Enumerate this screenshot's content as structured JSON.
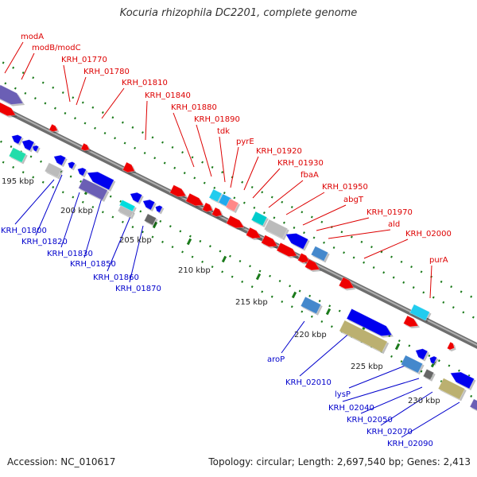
{
  "title": "Kocuria rhizophila DC2201, complete genome",
  "footer": {
    "accession": "Accession: NC_010617",
    "summary": "Topology: circular; Length: 2,697,540 bp; Genes: 2,413"
  },
  "colors": {
    "forward_label": "#dd0000",
    "reverse_label": "#0000cc",
    "backbone": "#888888",
    "tick": "#1a7a1a"
  },
  "scale_labels": [
    "195 kbp",
    "200 kbp",
    "205 kbp",
    "210 kbp",
    "215 kbp",
    "220 kbp",
    "225 kbp",
    "230 kbp"
  ],
  "forward_labels": [
    "modA",
    "modB/modC",
    "KRH_01770",
    "KRH_01780",
    "KRH_01810",
    "KRH_01840",
    "KRH_01880",
    "KRH_01890",
    "tdk",
    "pyrE",
    "KRH_01920",
    "KRH_01930",
    "fbaA",
    "KRH_01950",
    "abgT",
    "KRH_01970",
    "ald",
    "KRH_02000",
    "purA"
  ],
  "reverse_labels": [
    "KRH_01800",
    "KRH_01820",
    "KRH_01830",
    "KRH_01850",
    "KRH_01860",
    "KRH_01870",
    "aroP",
    "KRH_02010",
    "lysP",
    "KRH_02040",
    "KRH_02050",
    "KRH_02070",
    "KRH_02090"
  ]
}
